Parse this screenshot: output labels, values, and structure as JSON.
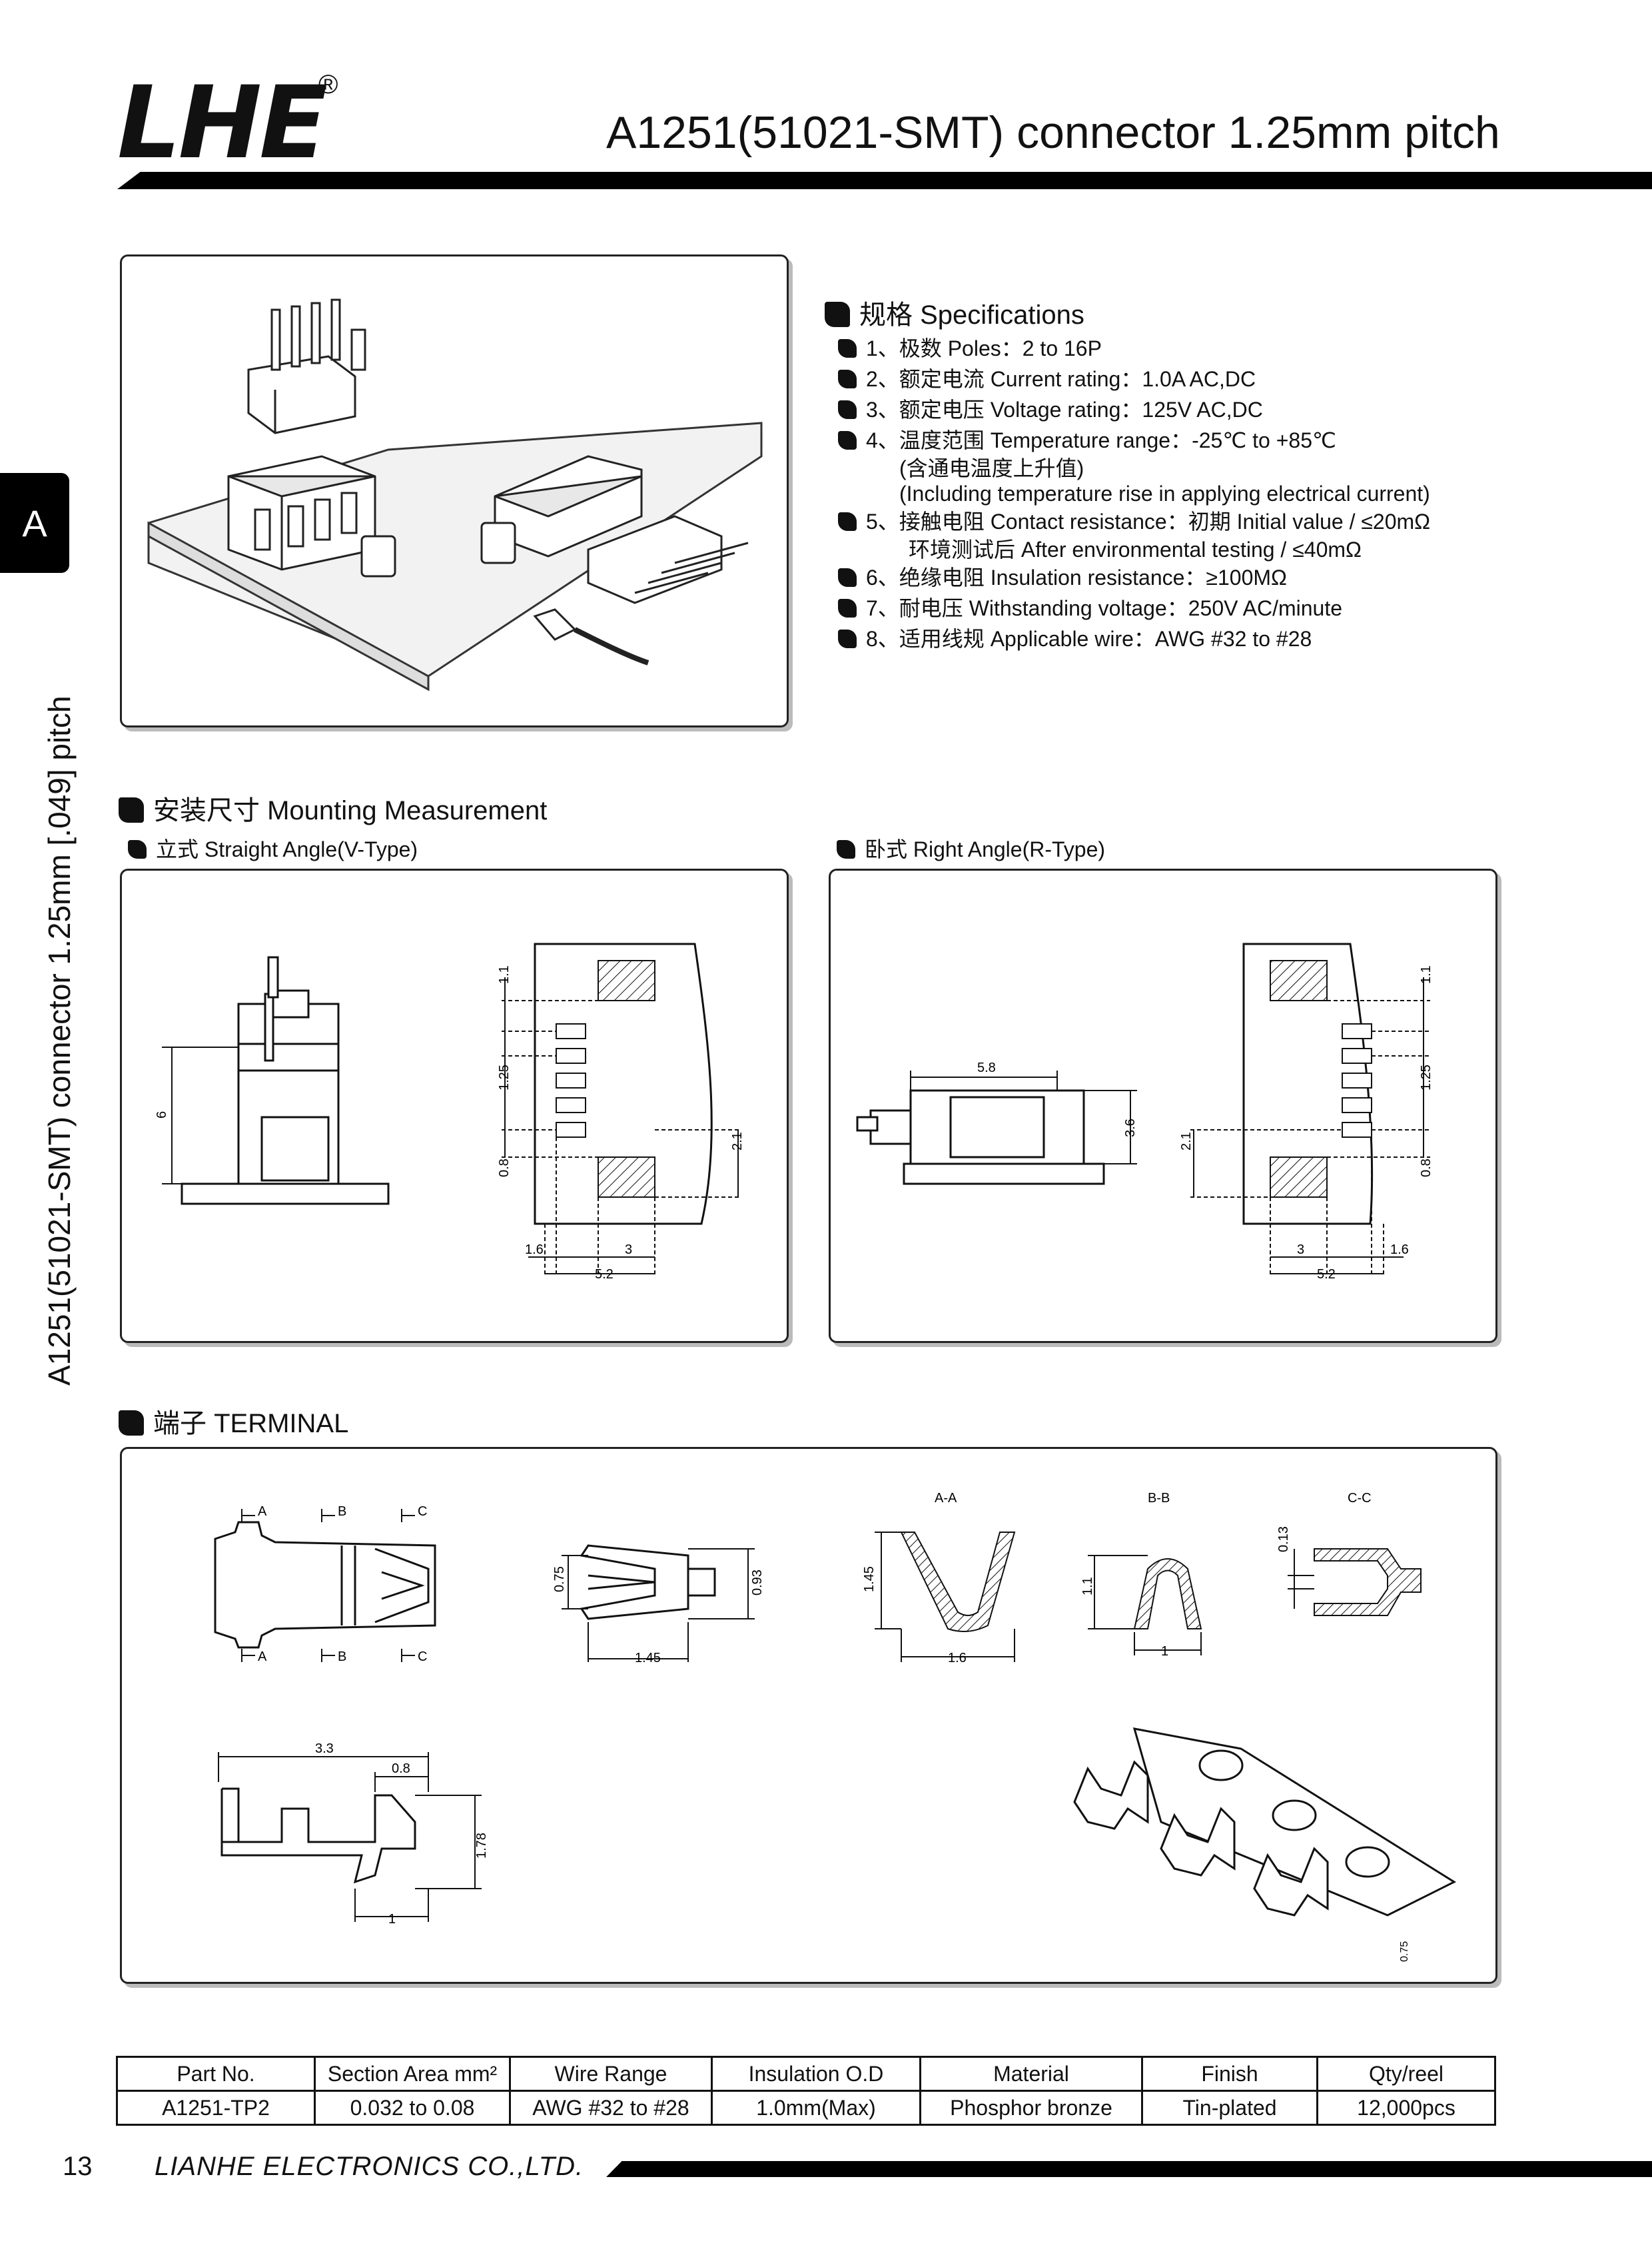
{
  "header": {
    "logo": "LHE",
    "registered_mark": "®",
    "title": "A1251(51021-SMT) connector 1.25mm pitch"
  },
  "side": {
    "tab_letter": "A",
    "vertical_title": "A1251(51021-SMT) connector 1.25mm [.049] pitch"
  },
  "specifications": {
    "heading": "规格 Specifications",
    "items": [
      "1、极数 Poles：2 to 16P",
      "2、额定电流 Current rating：1.0A  AC,DC",
      "3、额定电压 Voltage rating：125V  AC,DC",
      "4、温度范围 Temperature range：-25℃ to +85℃",
      "5、接触电阻 Contact resistance：初期 Initial value / ≤20mΩ",
      "6、绝缘电阻 Insulation resistance：≥100MΩ",
      "7、耐电压 Withstanding voltage：250V  AC/minute",
      "8、适用线规 Applicable wire：AWG #32 to #28"
    ],
    "item4_note1": "(含通电温度上升值)",
    "item4_note2": "(Including temperature rise in applying electrical current)",
    "item5_note": "环境测试后 After environmental testing / ≤40mΩ"
  },
  "mounting": {
    "heading": "安装尺寸 Mounting Measurement",
    "straight_label": "立式 Straight Angle(V-Type)",
    "right_label": "卧式 Right Angle(R-Type)",
    "dims_v": {
      "h": "6",
      "d1": "1.1",
      "d2": "1.25",
      "d3": "0.8",
      "d4": "2.1",
      "d5": "1.6",
      "d6": "3",
      "d7": "5.2"
    },
    "dims_r": {
      "w": "5.8",
      "h": "3.6",
      "d1": "1.1",
      "d2": "1.25",
      "d3": "0.8",
      "d4": "2.1",
      "d5": "1.6",
      "d6": "3",
      "d7": "5.2"
    }
  },
  "terminal": {
    "heading": "端子 TERMINAL",
    "section_marks": [
      "A",
      "B",
      "C"
    ],
    "section_titles": [
      "A-A",
      "B-B",
      "C-C"
    ],
    "dims": {
      "d075": "0.75",
      "d093": "0.93",
      "d145": "1.45",
      "d145b": "1.45",
      "d16": "1.6",
      "d11": "1.1",
      "d1": "1",
      "d013": "0.13",
      "d33": "3.3",
      "d08": "0.8",
      "d176": "1.78",
      "d1b": "1",
      "d075b": "0.75"
    }
  },
  "parts_table": {
    "headers": [
      "Part No.",
      "Section Area mm²",
      "Wire Range",
      "Insulation O.D",
      "Material",
      "Finish",
      "Qty/reel"
    ],
    "row": [
      "A1251-TP2",
      "0.032 to 0.08",
      "AWG #32 to #28",
      "1.0mm(Max)",
      "Phosphor bronze",
      "Tin-plated",
      "12,000pcs"
    ]
  },
  "footer": {
    "page_number": "13",
    "company": "LIANHE ELECTRONICS CO.,LTD."
  }
}
